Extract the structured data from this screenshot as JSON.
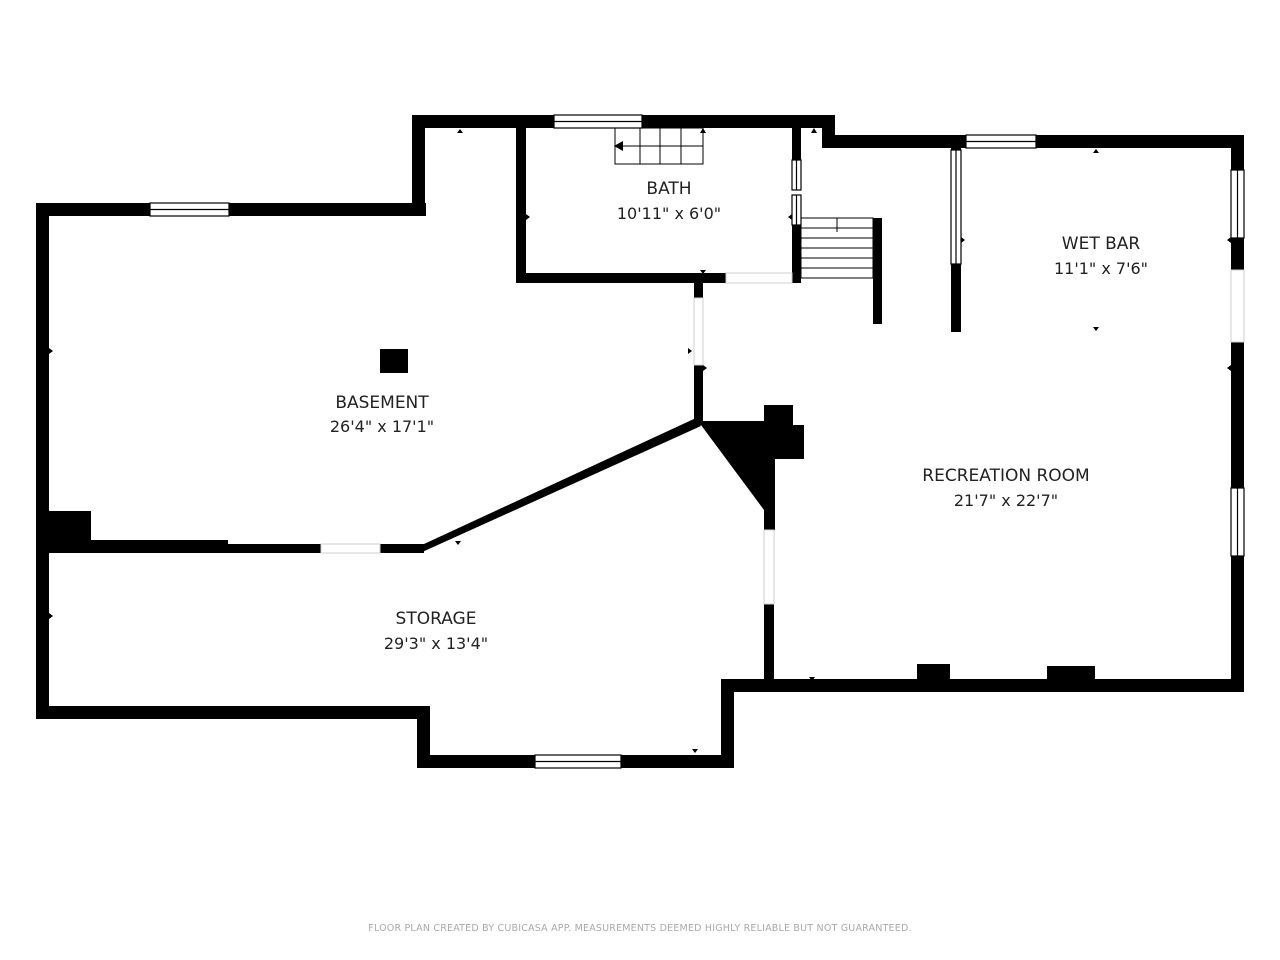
{
  "rooms": {
    "bath": {
      "name": "BATH",
      "dim": "10'11\" x 6'0\""
    },
    "wet_bar": {
      "name": "WET BAR",
      "dim": "11'1\" x 7'6\""
    },
    "basement": {
      "name": "BASEMENT",
      "dim": "26'4\" x 17'1\""
    },
    "recreation_room": {
      "name": "RECREATION ROOM",
      "dim": "21'7\" x 22'7\""
    },
    "storage": {
      "name": "STORAGE",
      "dim": "29'3\" x 13'4\""
    }
  },
  "footer": "FLOOR PLAN CREATED BY CUBICASA APP. MEASUREMENTS DEEMED HIGHLY RELIABLE BUT NOT GUARANTEED.",
  "colors": {
    "wall": "#000000",
    "background": "#ffffff",
    "footer_text": "#a9a9a9"
  }
}
